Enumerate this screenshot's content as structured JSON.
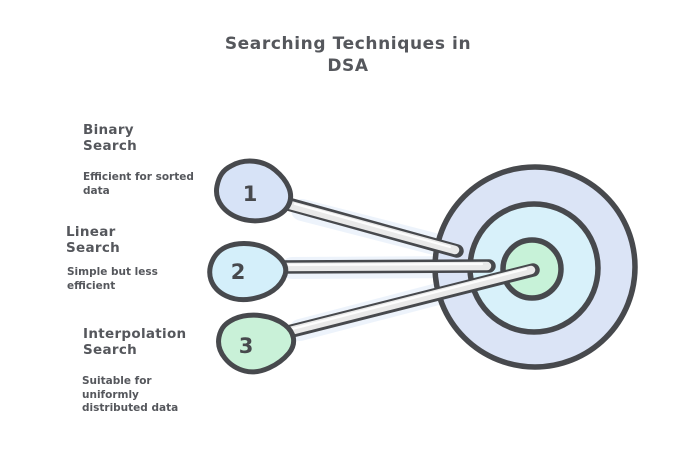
{
  "title": {
    "text": "Searching Techniques in\nDSA"
  },
  "items": [
    {
      "number": "1",
      "heading": "Binary\nSearch",
      "description": "Efficient for sorted\ndata",
      "badge_color": "#d7e3f7",
      "hits_ring": "outer"
    },
    {
      "number": "2",
      "heading": "Linear\nSearch",
      "description": "Simple but less\nefficient",
      "badge_color": "#d4effa",
      "hits_ring": "middle"
    },
    {
      "number": "3",
      "heading": "Interpolation\nSearch",
      "description": "Suitable for\nuniformly\ndistributed data",
      "badge_color": "#c9f1d8",
      "hits_ring": "bullseye"
    }
  ],
  "target": {
    "rings": [
      {
        "name": "outer-ring",
        "color": "#dbe4f6"
      },
      {
        "name": "middle-ring",
        "color": "#d8f1fa"
      },
      {
        "name": "bullseye",
        "color": "#c7f2d8"
      }
    ]
  },
  "style": {
    "outline_color": "#47494d",
    "text_color": "#55575c",
    "shaft_fill": "#e9e9e9",
    "halo_color": "#dfeaf8"
  }
}
